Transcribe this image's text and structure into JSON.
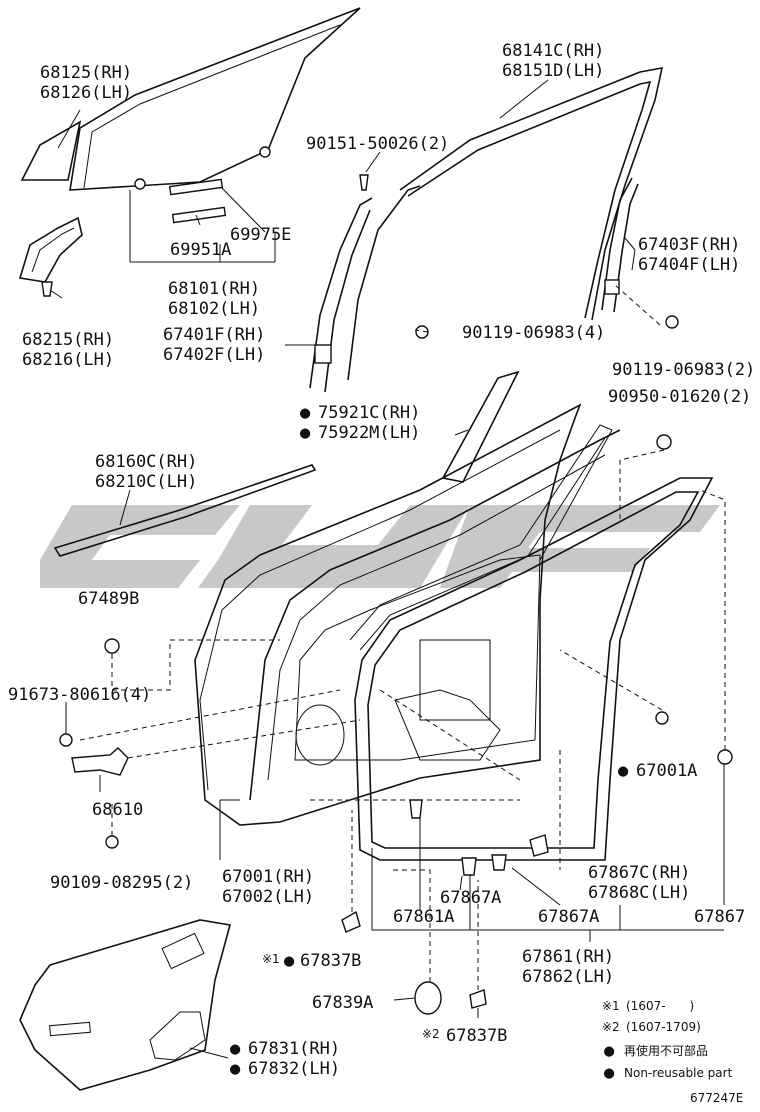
{
  "labels": {
    "p68125": "68125(RH)",
    "p68126": "68126(LH)",
    "p68141": "68141C(RH)",
    "p68151": "68151D(LH)",
    "p90151": "90151-50026(2)",
    "p69975": "69975E",
    "p69951": "69951A",
    "p68101": "68101(RH)",
    "p68102": "68102(LH)",
    "p67403": "67403F(RH)",
    "p67404": "67404F(LH)",
    "p68215": "68215(RH)",
    "p68216": "68216(LH)",
    "p67401": "67401F(RH)",
    "p67402": "67402F(LH)",
    "p90119a": "90119-06983(4)",
    "p90119b": "90119-06983(2)",
    "p90950": "90950-01620(2)",
    "p75921": "75921C(RH)",
    "p75922": "75922M(LH)",
    "p68160": "68160C(RH)",
    "p68210": "68210C(LH)",
    "p67489": "67489B",
    "p91673": "91673-80616(4)",
    "p67001a": "67001A",
    "p68610": "68610",
    "p67001": "67001(RH)",
    "p67002": "67002(LH)",
    "p67867c": "67867C(RH)",
    "p67868c": "67868C(LH)",
    "p90109": "90109-08295(2)",
    "p67867a1": "67867A",
    "p67861a": "67861A",
    "p67867a2": "67867A",
    "p67867": "67867",
    "p67837b1": "67837B",
    "p67861": "67861(RH)",
    "p67862": "67862(LH)",
    "p67839a": "67839A",
    "p67837b2": "67837B",
    "p67831": "67831(RH)",
    "p67832": "67832(LH)"
  },
  "markers": {
    "note1": "※1",
    "note2": "※2",
    "bullet": "●"
  },
  "legend": {
    "note1_range": "(1607-　　)",
    "note2_range": "(1607-1709)",
    "nonreusable_jp": "再使用不可部品",
    "nonreusable_en": "Non-reusable part"
  },
  "figure_id": "677247E",
  "watermark_text": "CYC",
  "colors": {
    "line": "#111111",
    "watermark": "#9a9a9a",
    "background": "#ffffff"
  }
}
